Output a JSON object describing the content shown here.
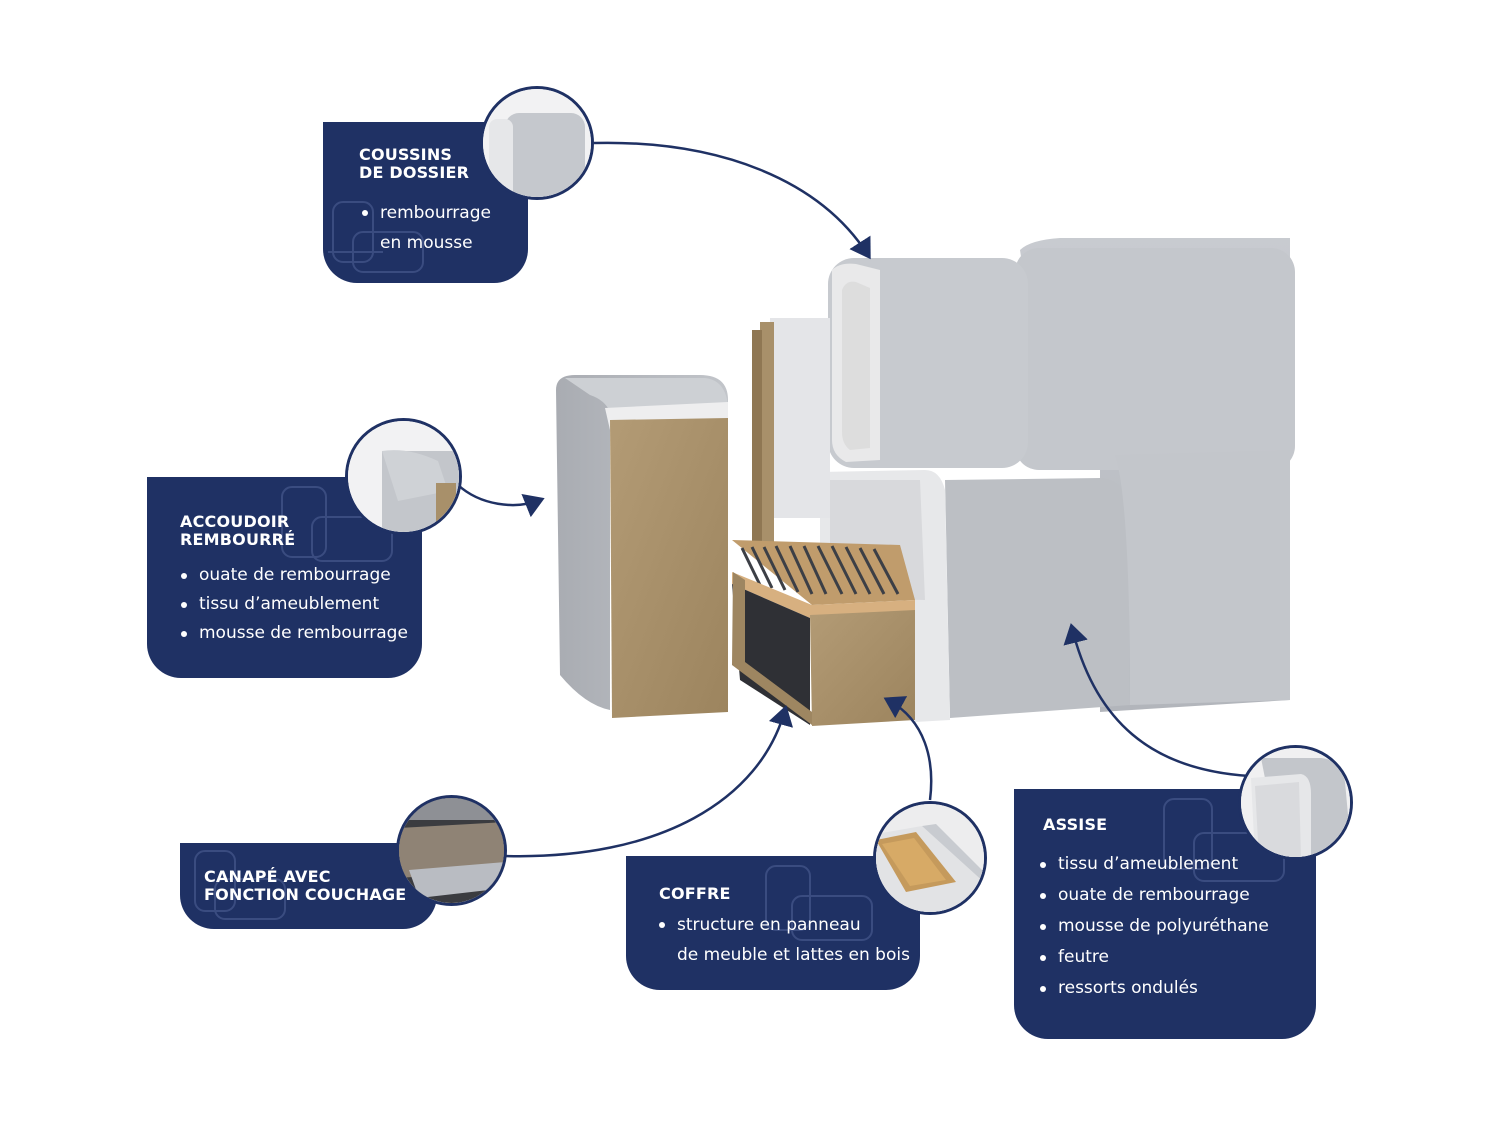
{
  "colors": {
    "navy": "#1f3164",
    "fabric": "#b9bcc2",
    "fabric_light": "#c9ccd1",
    "board": "#a8906a",
    "foam": "#e6e7e9"
  },
  "callouts": {
    "backrest": {
      "title_lines": [
        "COUSSINS",
        "DE DOSSIER"
      ],
      "items": [
        "rembourrage",
        "en mousse"
      ]
    },
    "armrest": {
      "title_lines": [
        "ACCOUDOIR",
        "REMBOURRÉ"
      ],
      "items": [
        "ouate de rembourrage",
        "tissu d’ameublement",
        "mousse de rembourrage"
      ]
    },
    "sleep": {
      "title_lines": [
        "CANAPÉ AVEC",
        "FONCTION COUCHAGE"
      ]
    },
    "storage": {
      "title_lines": [
        "COFFRE"
      ],
      "items": [
        "structure en panneau",
        "de meuble et lattes en bois"
      ]
    },
    "seat": {
      "title_lines": [
        "ASSISE"
      ],
      "items": [
        "tissu d’ameublement",
        "ouate de rembourrage",
        "mousse de polyuréthane",
        "feutre",
        "ressorts ondulés"
      ]
    }
  }
}
